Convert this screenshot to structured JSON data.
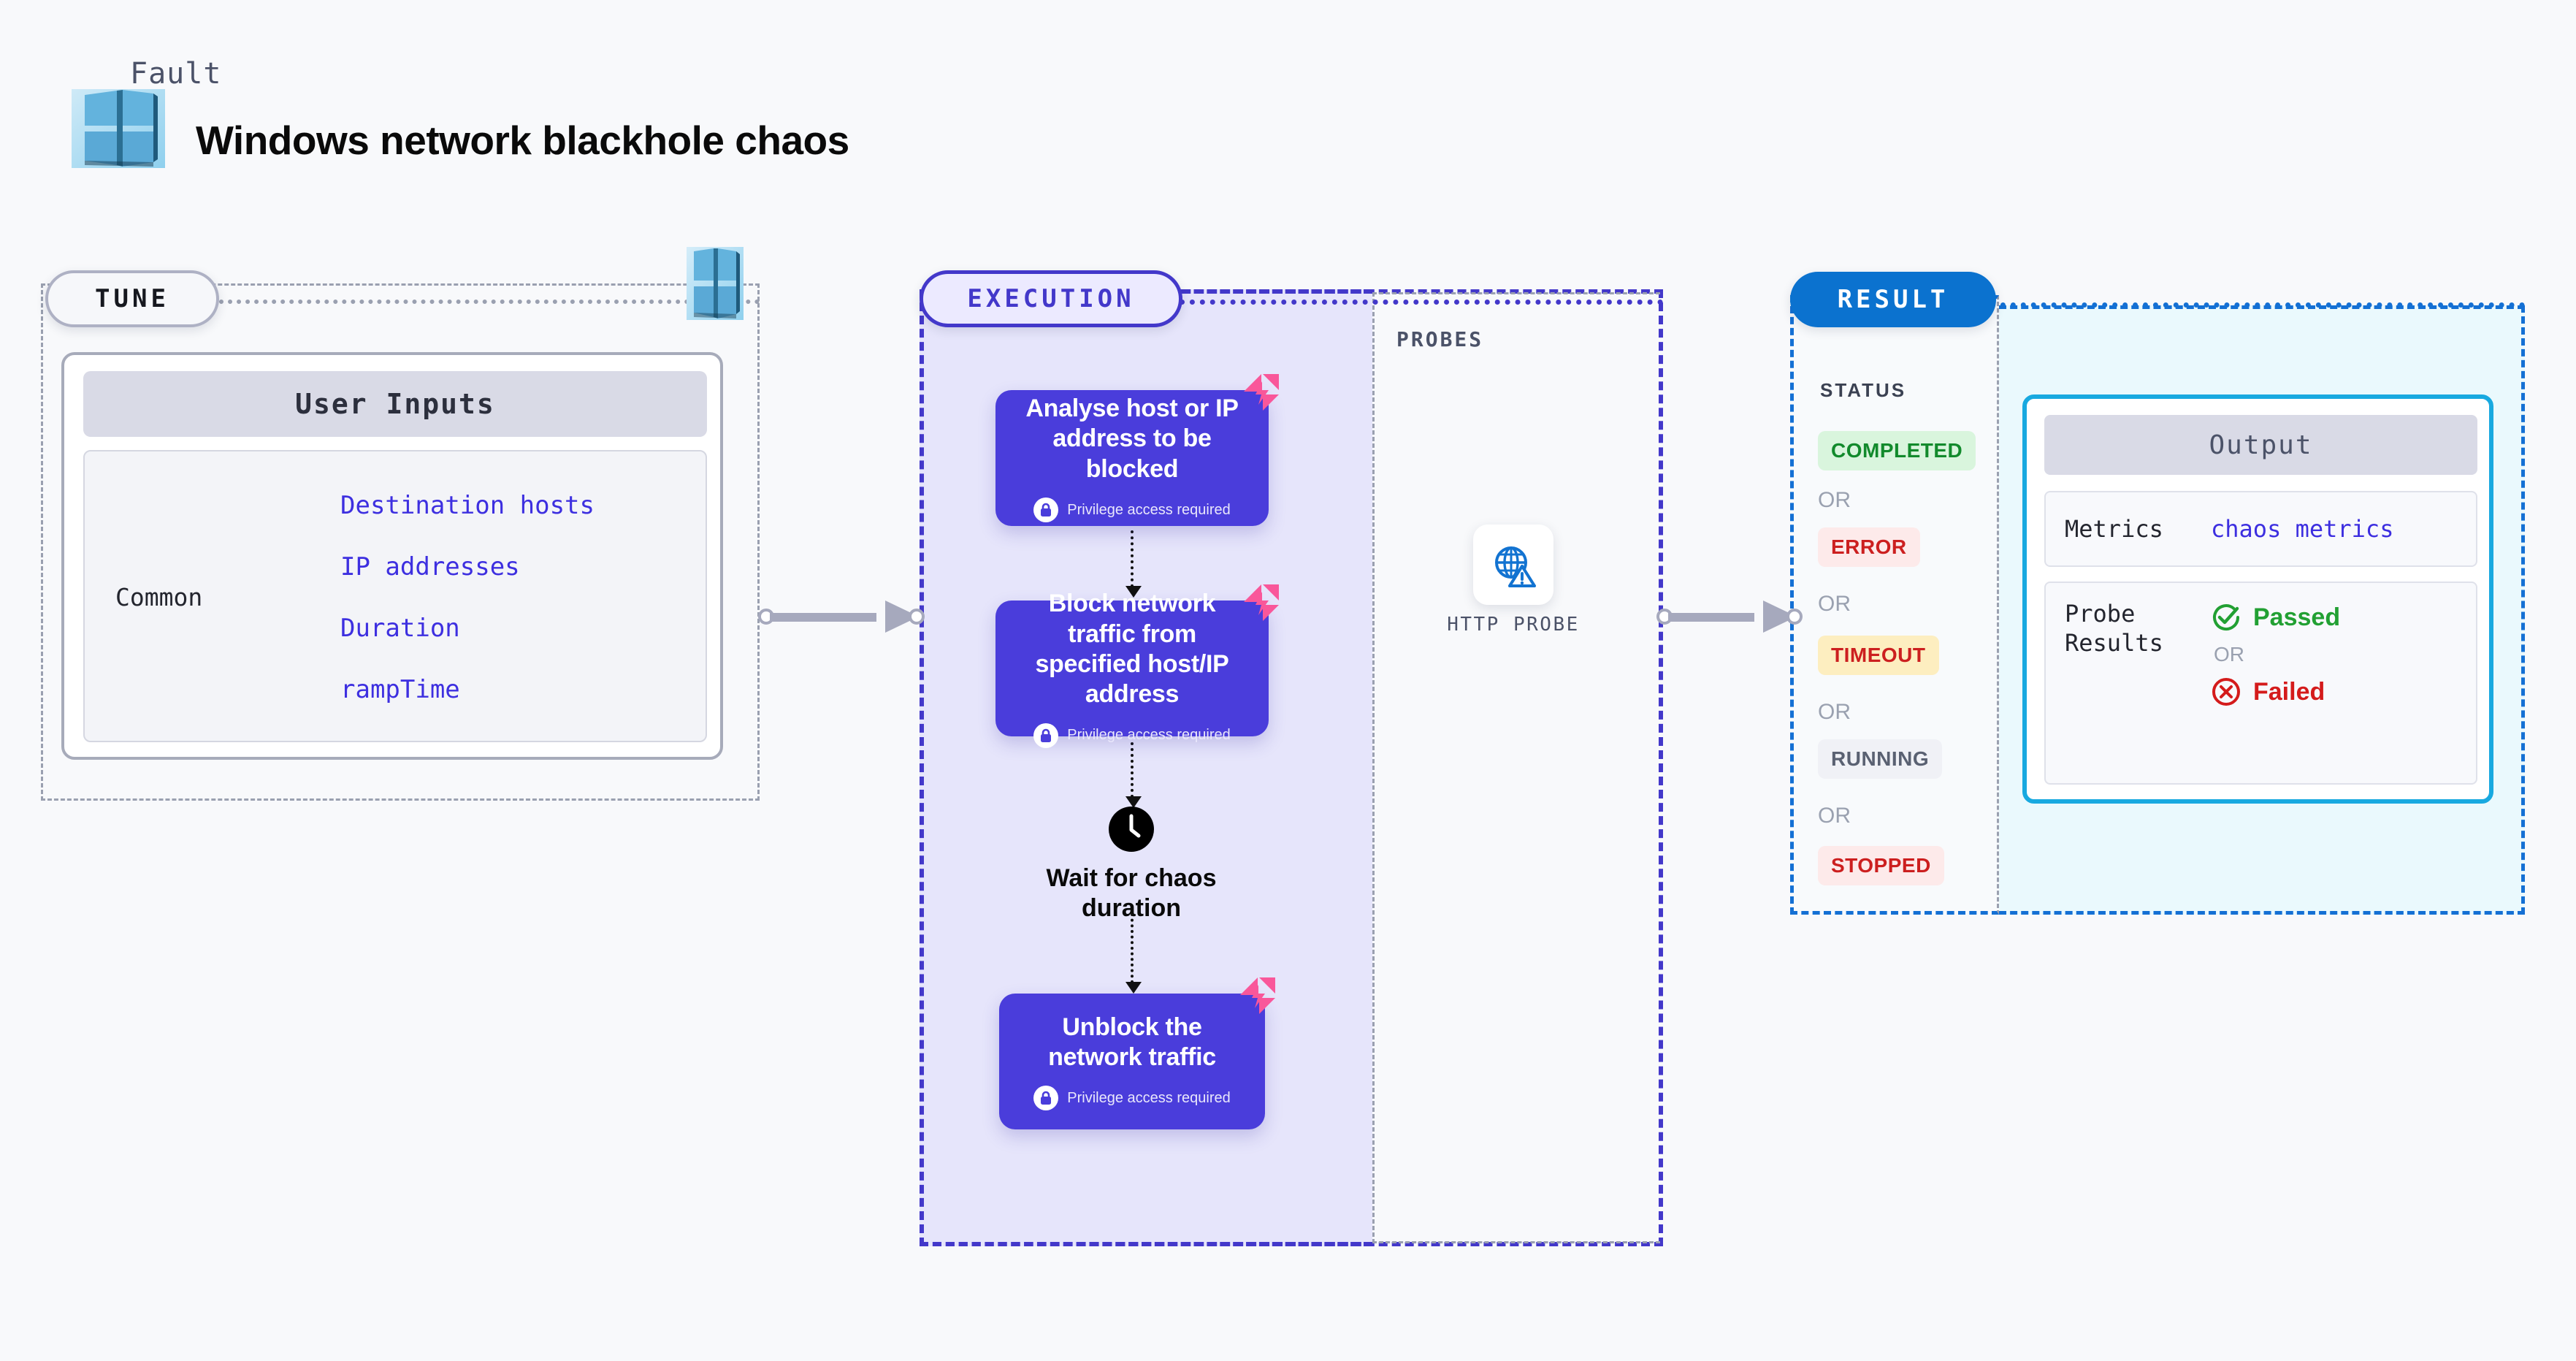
{
  "header": {
    "kicker": "Fault",
    "title": "Windows network blackhole chaos",
    "logo_icon": "windows-logo-icon"
  },
  "tune": {
    "pill_label": "TUNE",
    "logo_icon": "windows-logo-icon",
    "inputs_title": "User Inputs",
    "group_label": "Common",
    "params": [
      "Destination hosts",
      "IP addresses",
      "Duration",
      "rampTime"
    ]
  },
  "execution": {
    "pill_label": "EXECUTION",
    "privilege_note": "Privilege access required",
    "lock_icon": "lock-icon",
    "chaos_icon": "chaos-logo-icon",
    "clock_icon": "clock-icon",
    "steps": [
      {
        "title": "Analyse host or IP address to be blocked",
        "privileged": true
      },
      {
        "title": "Block network traffic from specified host/IP address",
        "privileged": true
      },
      {
        "title": "Unblock the network traffic",
        "privileged": true
      }
    ],
    "wait_label": "Wait for chaos duration"
  },
  "probes": {
    "section_label": "PROBES",
    "items": [
      {
        "caption": "HTTP PROBE",
        "icon": "globe-warning-icon"
      }
    ]
  },
  "result": {
    "pill_label": "RESULT",
    "status_label": "STATUS",
    "or_label": "OR",
    "statuses": [
      {
        "label": "COMPLETED",
        "bg": "#d9f5dd",
        "fg": "#128a2c"
      },
      {
        "label": "ERROR",
        "bg": "#fdeaea",
        "fg": "#cc1f1f"
      },
      {
        "label": "TIMEOUT",
        "bg": "#fdeec0",
        "fg": "#cc1f1f"
      },
      {
        "label": "RUNNING",
        "bg": "#f0f1f6",
        "fg": "#5a6172"
      },
      {
        "label": "STOPPED",
        "bg": "#fdeaea",
        "fg": "#cc1f1f"
      }
    ],
    "output": {
      "title": "Output",
      "metrics_key": "Metrics",
      "metrics_value": "chaos metrics",
      "probe_key": "Probe Results",
      "passed_label": "Passed",
      "failed_label": "Failed",
      "or_label": "OR",
      "pass_icon": "check-circle-icon",
      "fail_icon": "cross-circle-icon"
    }
  },
  "colors": {
    "background": "#f8f9fb",
    "execution_fill": "#e6e5fb",
    "execution_border": "#4338ca",
    "card_purple": "#4a3ddb",
    "result_blue": "#1470d4",
    "result_pill": "#0b72cf",
    "output_fill": "#eaf9fd",
    "output_border": "#18a9e0",
    "chaos_pink": "#f9579a",
    "connector_gray": "#a6a9bd"
  }
}
